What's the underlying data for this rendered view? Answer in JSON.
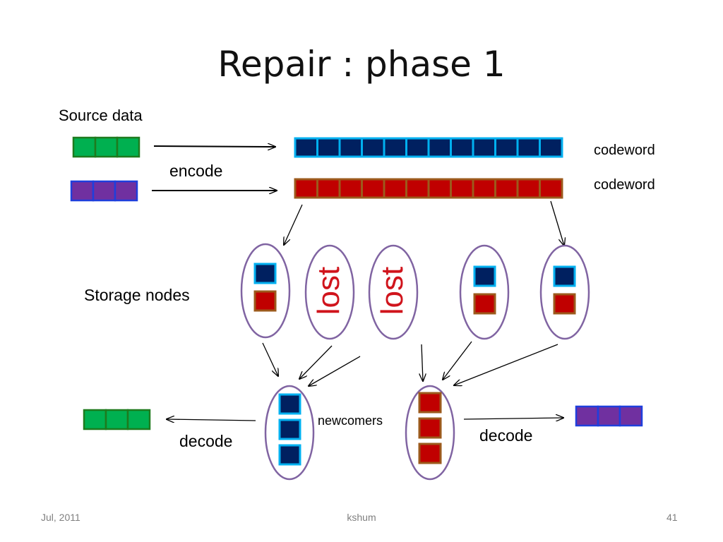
{
  "title": "Repair : phase 1",
  "labels": {
    "source_data": "Source data",
    "encode": "encode",
    "codeword_1": "codeword",
    "codeword_2": "codeword",
    "storage_nodes": "Storage nodes",
    "lost_1": "lost",
    "lost_2": "lost",
    "newcomers": "newcomers",
    "decode_left": "decode",
    "decode_right": "decode"
  },
  "footer": {
    "date": "Jul, 2011",
    "author": "kshum",
    "page": "41"
  },
  "colors": {
    "green_fill": "#00b050",
    "green_border": "#1e7b1e",
    "purple_fill": "#7030a0",
    "purple_border": "#1f3fdc",
    "navy_fill": "#002060",
    "cyan_border": "#00b0f0",
    "red_fill": "#c00000",
    "brown_border": "#9c5a1c",
    "node_outline": "#8064a2",
    "lost_text": "#d0141c"
  },
  "counts": {
    "source_blocks_per_row": 3,
    "codeword_blocks": 12,
    "newcomer_blocks": 3
  }
}
